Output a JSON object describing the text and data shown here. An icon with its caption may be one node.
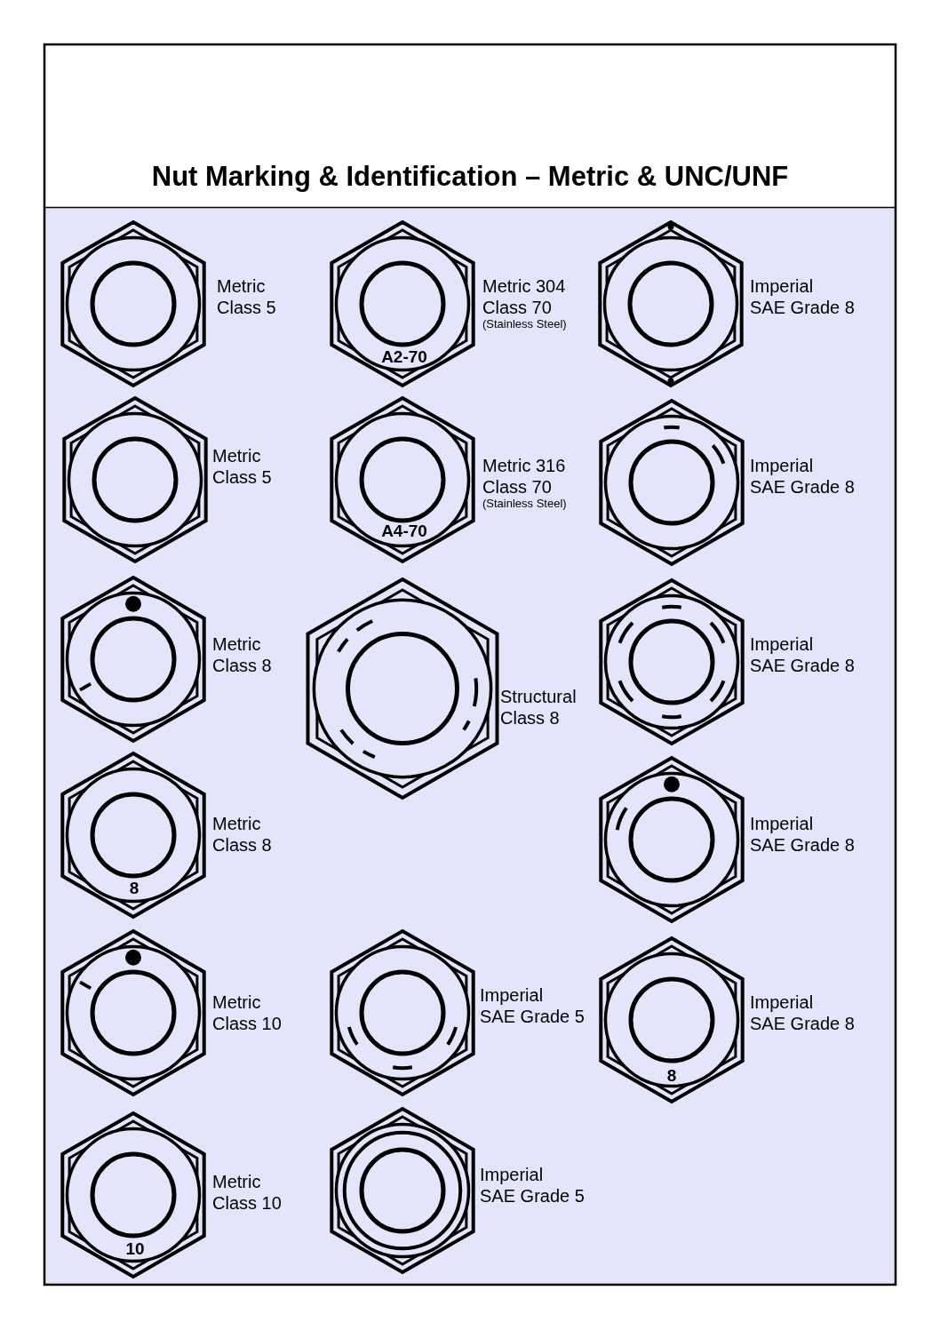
{
  "diagram": {
    "title": "Nut Marking & Identification – Metric & UNC/UNF",
    "labels": [
      "Metric Class 5",
      "Metric 304 Class 70",
      "(Stainless Steel)",
      "A2-70",
      "Imperial SAE Grade 8",
      "Metric Class 5",
      "Metric 316 Class 70",
      "(Stainless Steel)",
      "A4-70",
      "Imperial SAE Grade 8",
      "Metric Class 8",
      "Structural Class 8",
      "Imperial SAE Grade 8",
      "Metric Class 8",
      "8",
      "Imperial SAE Grade 8",
      "Metric Class 10",
      "Imperial SAE Grade 5",
      "Imperial SAE Grade 8",
      "8",
      "Metric Class 10",
      "Imperial SAE Grade 5",
      "10"
    ]
  }
}
